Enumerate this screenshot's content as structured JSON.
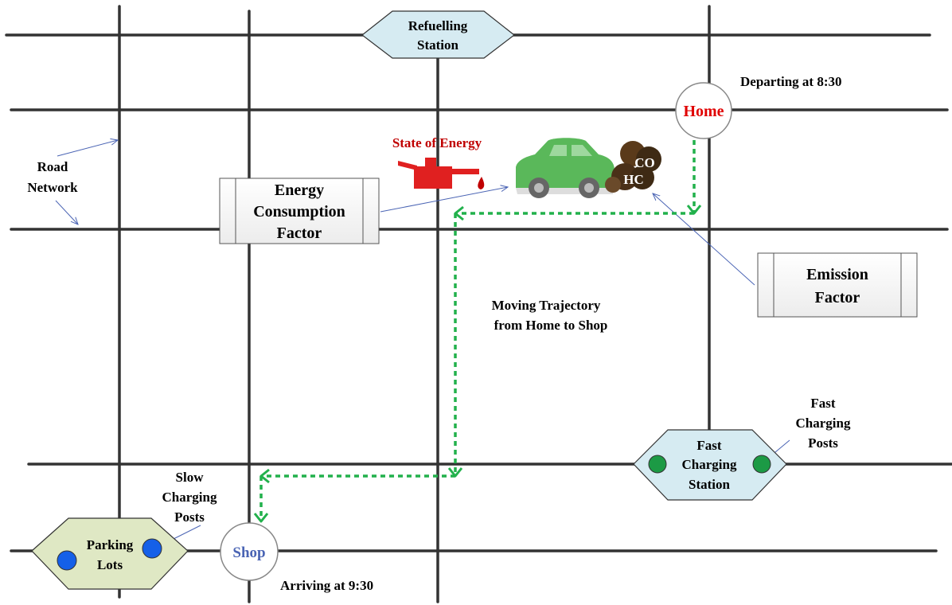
{
  "labels": {
    "refuelling_line1": "Refuelling",
    "refuelling_line2": "Station",
    "departing": "Departing at 8:30",
    "home": "Home",
    "state_of_energy": "State of Energy",
    "road_line1": "Road",
    "road_line2": "Network",
    "energy_line1": "Energy",
    "energy_line2": "Consumption",
    "energy_line3": "Factor",
    "co": "CO",
    "hc": "HC",
    "emission_line1": "Emission",
    "emission_line2": "Factor",
    "moving_line1": "Moving Trajectory",
    "moving_line2": "from Home to Shop",
    "fastposts_line1": "Fast",
    "fastposts_line2": "Charging",
    "fastposts_line3": "Posts",
    "faststation_line1": "Fast",
    "faststation_line2": "Charging",
    "faststation_line3": "Station",
    "slowposts_line1": "Slow",
    "slowposts_line2": "Charging",
    "slowposts_line3": "Posts",
    "parking_line1": "Parking",
    "parking_line2": "Lots",
    "shop": "Shop",
    "arriving": "Arriving at 9:30"
  },
  "colors": {
    "road": "#333333",
    "trajectory": "#22b14c",
    "home_text": "#e00000",
    "shop_text": "#4a64b4",
    "state_text": "#c00000",
    "station_fill": "#d6ebf2",
    "parking_fill": "#dfe8c4",
    "fast_post": "#1c9a45",
    "slow_post": "#1560e8",
    "car_body": "#5ab85a",
    "fuel_can": "#e02020",
    "smoke": "#5a3a1a",
    "pointer": "#4a64b4"
  }
}
